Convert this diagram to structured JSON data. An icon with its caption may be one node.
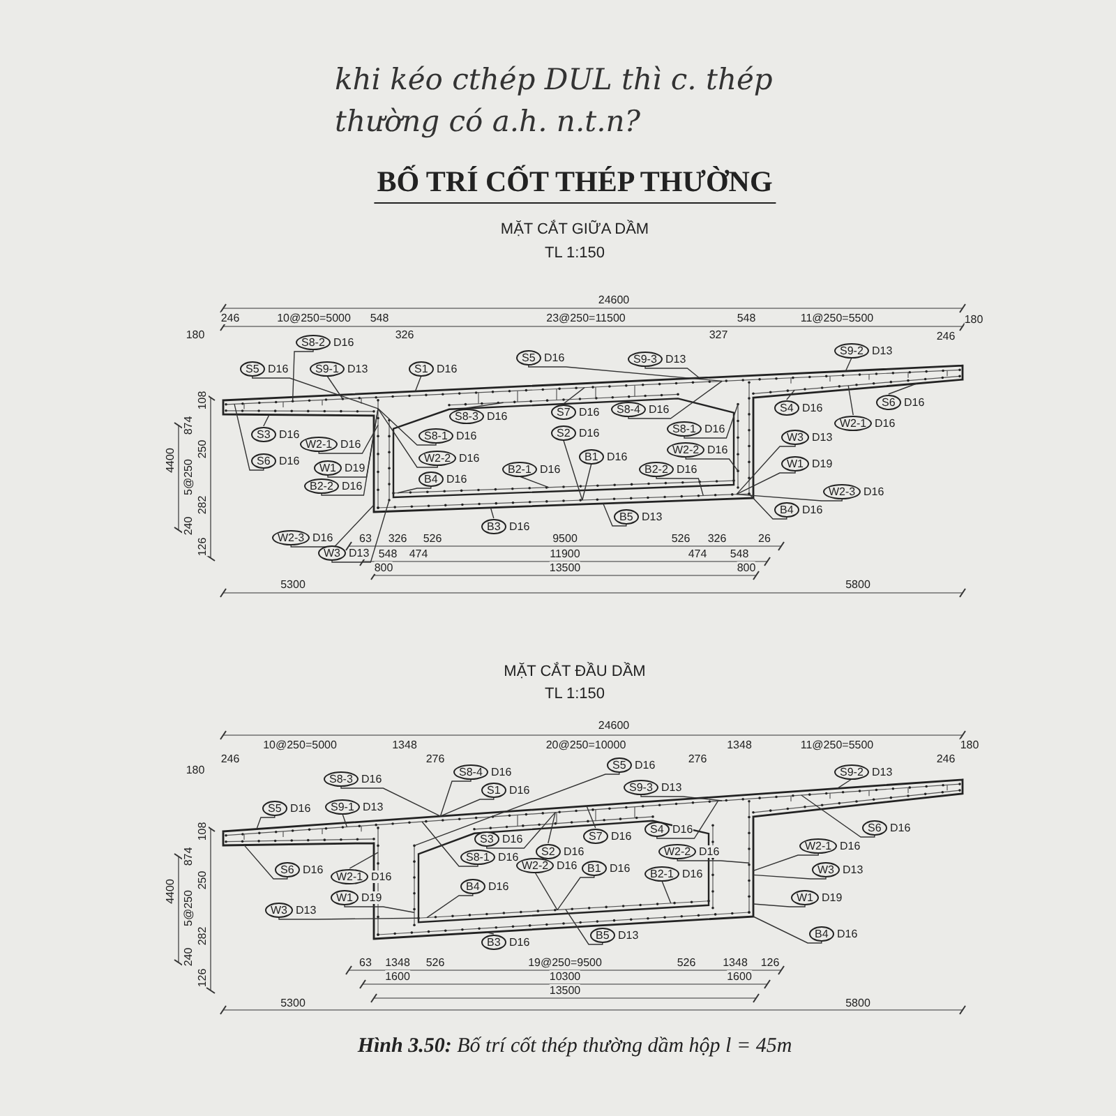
{
  "diagram": {
    "title": "BỐ TRÍ CỐT THÉP THƯỜNG",
    "caption": "**Hình 3.50:** Bố trí cốt thép thường dầm hộp l = 45m",
    "nodes": [
      {
        "text": [
          "S8-2"
        ],
        "beside": [
          "D16"
        ]
      },
      {
        "text": [
          "S9-2"
        ],
        "beside": [
          "D13"
        ]
      },
      {
        "text": [
          "S5"
        ],
        "beside": [
          "D16"
        ]
      },
      {
        "text": [
          "S9-3"
        ],
        "beside": [
          "D13"
        ]
      },
      {
        "text": [
          "S5"
        ],
        "beside": [
          "D16"
        ]
      },
      {
        "text": [
          "S9-1"
        ],
        "beside": [
          "D13"
        ]
      },
      {
        "text": [
          "S1"
        ],
        "beside": [
          "D16"
        ]
      },
      {
        "text": [
          "S6"
        ],
        "beside": [
          "D16"
        ]
      },
      {
        "text": [
          "S4"
        ],
        "beside": [
          "D16"
        ]
      },
      {
        "text": [
          "S7"
        ],
        "beside": [
          "D16"
        ]
      },
      {
        "text": [
          "S8-4"
        ],
        "beside": [
          "D16"
        ]
      },
      {
        "text": [
          "S8-3"
        ],
        "beside": [
          "D16"
        ]
      },
      {
        "text": [
          "W2-1"
        ],
        "beside": [
          "D16"
        ]
      },
      {
        "text": [
          "S2"
        ],
        "beside": [
          "D16"
        ]
      },
      {
        "text": [
          "S8-1"
        ],
        "beside": [
          "D16"
        ]
      },
      {
        "text": [
          "S3"
        ],
        "beside": [
          "D16"
        ]
      },
      {
        "text": [
          "S8-1"
        ],
        "beside": [
          "D16"
        ]
      },
      {
        "text": [
          "W3"
        ],
        "beside": [
          "D13"
        ]
      },
      {
        "text": [
          "W2-1"
        ],
        "beside": [
          "D16"
        ]
      },
      {
        "text": [
          "W2-2"
        ],
        "beside": [
          "D16"
        ]
      },
      {
        "text": [
          "B1"
        ],
        "beside": [
          "D16"
        ]
      },
      {
        "text": [
          "S6"
        ],
        "beside": [
          "D16"
        ]
      },
      {
        "text": [
          "W2-2"
        ],
        "beside": [
          "D16"
        ]
      },
      {
        "text": [
          "W1"
        ],
        "beside": [
          "D19"
        ]
      },
      {
        "text": [
          "W1"
        ],
        "beside": [
          "D19"
        ]
      },
      {
        "text": [
          "B2-1"
        ],
        "beside": [
          "D16"
        ]
      },
      {
        "text": [
          "B2-2"
        ],
        "beside": [
          "D16"
        ]
      },
      {
        "text": [
          "B4"
        ],
        "beside": [
          "D16"
        ]
      },
      {
        "text": [
          "B2-2"
        ],
        "beside": [
          "D16"
        ]
      },
      {
        "text": [
          "W2-3"
        ],
        "beside": [
          "D16"
        ]
      },
      {
        "text": [
          "B4"
        ],
        "beside": [
          "D16"
        ]
      },
      {
        "text": [
          "B5"
        ],
        "beside": [
          "D13"
        ]
      },
      {
        "text": [
          "B3"
        ],
        "beside": [
          "D16"
        ]
      },
      {
        "text": [
          "W2-3"
        ],
        "beside": [
          "D16"
        ]
      },
      {
        "text": [
          "W3"
        ],
        "beside": [
          "D13"
        ]
      },
      {
        "text": [
          "S8-4"
        ],
        "beside": [
          "D16"
        ]
      },
      {
        "text": [
          "S8-3"
        ],
        "beside": [
          "D16"
        ]
      },
      {
        "text": [
          "S5"
        ],
        "beside": [
          "D16"
        ]
      },
      {
        "text": [
          "S9-2"
        ],
        "beside": [
          "D13"
        ]
      },
      {
        "text": [
          "S9-3"
        ],
        "beside": [
          "D13"
        ]
      },
      {
        "text": [
          "S1"
        ],
        "beside": [
          "D16"
        ]
      },
      {
        "text": [
          "S5"
        ],
        "beside": [
          "D16"
        ]
      },
      {
        "text": [
          "S9-1"
        ],
        "beside": [
          "D13"
        ]
      },
      {
        "text": [
          "S6"
        ],
        "beside": [
          "D16"
        ]
      },
      {
        "text": [
          "S4"
        ],
        "beside": [
          "D16"
        ]
      },
      {
        "text": [
          "S7"
        ],
        "beside": [
          "D16"
        ]
      },
      {
        "text": [
          "S3"
        ],
        "beside": [
          "D16"
        ]
      },
      {
        "text": [
          "S2"
        ],
        "beside": [
          "D16"
        ]
      },
      {
        "text": [
          "W2-2"
        ],
        "beside": [
          "D16"
        ]
      },
      {
        "text": [
          "W2-1"
        ],
        "beside": [
          "D16"
        ]
      },
      {
        "text": [
          "S8-1"
        ],
        "beside": [
          "D16"
        ]
      },
      {
        "text": [
          "W2-2"
        ],
        "beside": [
          "D16"
        ]
      },
      {
        "text": [
          "S6"
        ],
        "beside": [
          "D16"
        ]
      },
      {
        "text": [
          "B1"
        ],
        "beside": [
          "D16"
        ]
      },
      {
        "text": [
          "B2-1"
        ],
        "beside": [
          "D16"
        ]
      },
      {
        "text": [
          "W2-1"
        ],
        "beside": [
          "D16"
        ]
      },
      {
        "text": [
          "W3"
        ],
        "beside": [
          "D13"
        ]
      },
      {
        "text": [
          "B4"
        ],
        "beside": [
          "D16"
        ]
      },
      {
        "text": [
          "W1"
        ],
        "beside": [
          "D19"
        ]
      },
      {
        "text": [
          "W1"
        ],
        "beside": [
          "D19"
        ]
      },
      {
        "text": [
          "W3"
        ],
        "beside": [
          "D13"
        ]
      },
      {
        "text": [
          "B4"
        ],
        "beside": [
          "D16"
        ]
      },
      {
        "text": [
          "B5"
        ],
        "beside": [
          "D13"
        ]
      },
      {
        "text": [
          "B3"
        ],
        "beside": [
          "D16"
        ]
      }
    ],
    "edges": [
      {
        "from": 0,
        "to": null,
        "arrow": "none"
      },
      {
        "from": 1,
        "to": null,
        "arrow": "none"
      },
      {
        "from": 2,
        "to": null,
        "arrow": "none"
      },
      {
        "from": 3,
        "to": null,
        "arrow": "none"
      },
      {
        "from": 4,
        "to": null,
        "arrow": "none"
      },
      {
        "from": 5,
        "to": null,
        "arrow": "none"
      },
      {
        "from": 6,
        "to": null,
        "arrow": "none"
      },
      {
        "from": 7,
        "to": null,
        "arrow": "none"
      },
      {
        "from": 8,
        "to": null,
        "arrow": "none"
      },
      {
        "from": 9,
        "to": null,
        "arrow": "none"
      },
      {
        "from": 10,
        "to": null,
        "arrow": "none"
      },
      {
        "from": 11,
        "to": null,
        "arrow": "none"
      },
      {
        "from": 12,
        "to": null,
        "arrow": "none"
      },
      {
        "from": 13,
        "to": null,
        "arrow": "none"
      },
      {
        "from": 14,
        "to": null,
        "arrow": "none"
      },
      {
        "from": 15,
        "to": null,
        "arrow": "none"
      },
      {
        "from": 16,
        "to": null,
        "arrow": "none"
      },
      {
        "from": 17,
        "to": null,
        "arrow": "none"
      },
      {
        "from": 18,
        "to": null,
        "arrow": "none"
      },
      {
        "from": 19,
        "to": null,
        "arrow": "none"
      },
      {
        "from": 20,
        "to": null,
        "arrow": "none"
      },
      {
        "from": 21,
        "to": null,
        "arrow": "none"
      },
      {
        "from": 22,
        "to": null,
        "arrow": "none"
      },
      {
        "from": 23,
        "to": null,
        "arrow": "none"
      },
      {
        "from": 24,
        "to": null,
        "arrow": "none"
      },
      {
        "from": 25,
        "to": null,
        "arrow": "none"
      },
      {
        "from": 26,
        "to": null,
        "arrow": "none"
      },
      {
        "from": 27,
        "to": null,
        "arrow": "none"
      },
      {
        "from": 28,
        "to": null,
        "arrow": "none"
      },
      {
        "from": 29,
        "to": null,
        "arrow": "none"
      },
      {
        "from": 30,
        "to": null,
        "arrow": "none"
      },
      {
        "from": 31,
        "to": null,
        "arrow": "none"
      },
      {
        "from": 32,
        "to": null,
        "arrow": "none"
      },
      {
        "from": 33,
        "to": null,
        "arrow": "none"
      },
      {
        "from": 34,
        "to": null,
        "arrow": "none"
      },
      {
        "from": 35,
        "to": null,
        "arrow": "none"
      },
      {
        "from": 36,
        "to": null,
        "arrow": "none"
      },
      {
        "from": 37,
        "to": null,
        "arrow": "none"
      },
      {
        "from": 38,
        "to": null,
        "arrow": "none"
      },
      {
        "from": 39,
        "to": null,
        "arrow": "none"
      },
      {
        "from": 40,
        "to": null,
        "arrow": "none"
      },
      {
        "from": 41,
        "to": null,
        "arrow": "none"
      },
      {
        "from": 42,
        "to": null,
        "arrow": "none"
      },
      {
        "from": 43,
        "to": null,
        "arrow": "none"
      },
      {
        "from": 44,
        "to": null,
        "arrow": "none"
      },
      {
        "from": 45,
        "to": null,
        "arrow": "none"
      },
      {
        "from": 46,
        "to": null,
        "arrow": "none"
      },
      {
        "from": 47,
        "to": null,
        "arrow": "none"
      },
      {
        "from": 48,
        "to": null,
        "arrow": "none"
      },
      {
        "from": 49,
        "to": null,
        "arrow": "none"
      },
      {
        "from": 50,
        "to": null,
        "arrow": "none"
      },
      {
        "from": 51,
        "to": null,
        "arrow": "none"
      },
      {
        "from": 52,
        "to": null,
        "arrow": "none"
      },
      {
        "from": 53,
        "to": null,
        "arrow": "none"
      },
      {
        "from": 54,
        "to": null,
        "arrow": "none"
      },
      {
        "from": 55,
        "to": null,
        "arrow": "none"
      },
      {
        "from": 56,
        "to": null,
        "arrow": "none"
      },
      {
        "from": 57,
        "to": null,
        "arrow": "none"
      },
      {
        "from": 58,
        "to": null,
        "arrow": "none"
      },
      {
        "from": 59,
        "to": null,
        "arrow": "none"
      },
      {
        "from": 60,
        "to": null,
        "arrow": "none"
      },
      {
        "from": 61,
        "to": null,
        "arrow": "none"
      },
      {
        "from": 62,
        "to": null,
        "arrow": "none"
      },
      {
        "from": 63,
        "to": null,
        "arrow": "none"
      }
    ],
    "labels": [
      "khi kéo cthép DUL thì c. thép thường có a.h. n.t.n?",
      "MẶT CẮT GIỮA DẦM",
      "TL 1:150",
      "24600",
      "246",
      "10@250=5000",
      "548",
      "23@250=11500",
      "548",
      "11@250=5500",
      "180",
      "180",
      "326",
      "327",
      "246",
      "108",
      "874",
      "250",
      "4400",
      "5@250",
      "282",
      "240",
      "126",
      "63",
      "326",
      "526",
      "9500",
      "526",
      "326",
      "26",
      "548",
      "474",
      "11900",
      "474",
      "548",
      "800",
      "13500",
      "800",
      "5300",
      "5800",
      "MẶT CẮT ĐẦU DẦM",
      "TL 1:150",
      "24600",
      "10@250=5000",
      "1348",
      "20@250=10000",
      "1348",
      "11@250=5500",
      "180",
      "246",
      "276",
      "276",
      "246",
      "180",
      "108",
      "874",
      "250",
      "4400",
      "5@250",
      "282",
      "240",
      "126",
      "63",
      "1348",
      "526",
      "19@250=9500",
      "526",
      "1348",
      "126",
      "1600",
      "10300",
      "1600",
      "13500",
      "5300",
      "5800"
    ]
  }
}
